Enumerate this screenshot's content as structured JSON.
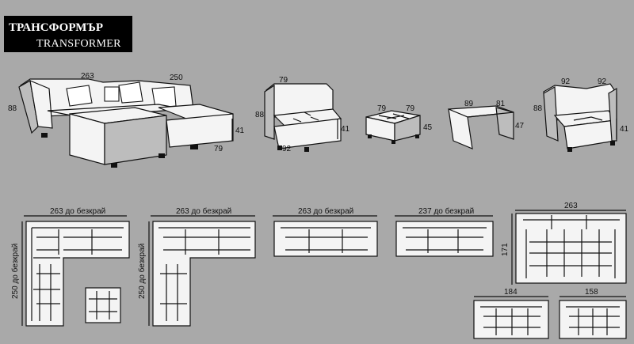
{
  "header": {
    "title_bg": "ТРАНСФОРМЪР",
    "title_en": "TRANSFORMER"
  },
  "colors": {
    "background": "#a9a9a9",
    "title_bar": "#000000",
    "line": "#111111",
    "fill": "#f4f4f4"
  },
  "products": {
    "corner_sofa": {
      "top_width": "263",
      "side_width": "250",
      "height": "88",
      "seat_height": "41",
      "depth": "79"
    },
    "armless_chair": {
      "width": "79",
      "height": "88",
      "seat_height": "41",
      "depth": "92"
    },
    "pouf": {
      "width": "79",
      "depth": "79",
      "height": "45"
    },
    "coffee_table": {
      "length": "89",
      "width": "81",
      "height": "47"
    },
    "corner_unit": {
      "width_left": "92",
      "width_right": "92",
      "height": "88",
      "seat_height": "41"
    }
  },
  "layouts": {
    "l_corner": {
      "top": "263 до безкрай",
      "side": "250 до безкрай"
    },
    "l_corner_2": {
      "top": "263 до безкрай",
      "side": "250 до безкрай"
    },
    "straight_1": {
      "top": "263 до безкрай"
    },
    "straight_2": {
      "top": "237 до безкрай"
    },
    "bed": {
      "width": "263",
      "depth": "171"
    },
    "small_1": {
      "width": "184"
    },
    "small_2": {
      "width": "158"
    }
  }
}
